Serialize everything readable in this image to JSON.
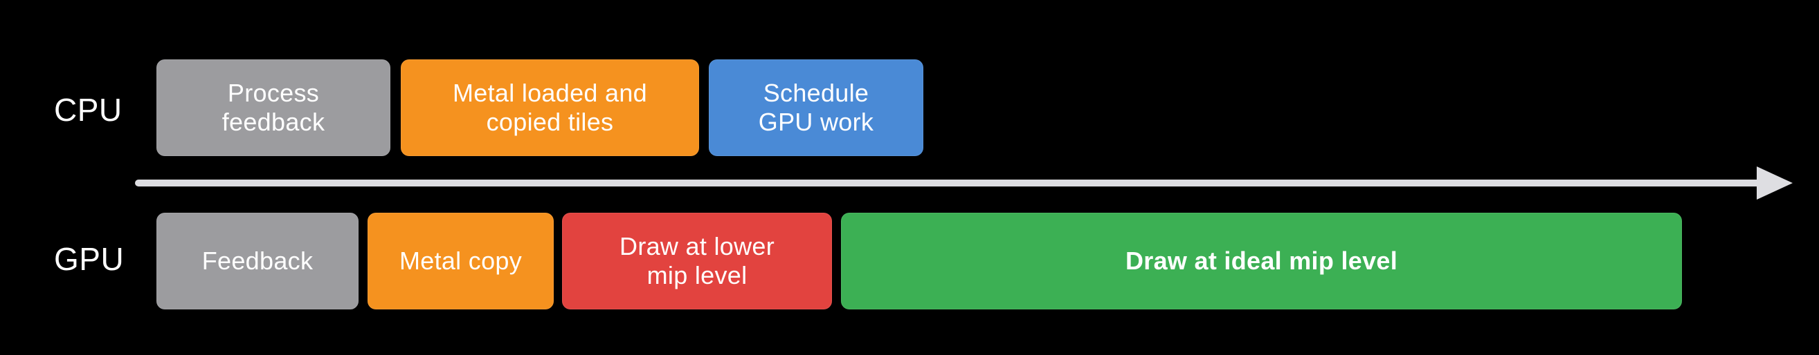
{
  "lanes": {
    "cpu": "CPU",
    "gpu": "GPU"
  },
  "cpu_blocks": [
    {
      "label": "Process\nfeedback",
      "color": "#9c9c9f"
    },
    {
      "label": "Metal loaded and\ncopied tiles",
      "color": "#f5921f"
    },
    {
      "label": "Schedule\nGPU work",
      "color": "#4a8ad6"
    }
  ],
  "gpu_blocks": [
    {
      "label": "Feedback",
      "color": "#9c9c9f"
    },
    {
      "label": "Metal copy",
      "color": "#f5921f"
    },
    {
      "label": "Draw at lower\nmip level",
      "color": "#e2433f"
    },
    {
      "label": "Draw at ideal mip level",
      "color": "#3cb054"
    }
  ],
  "timeline_color": "#dedee2"
}
